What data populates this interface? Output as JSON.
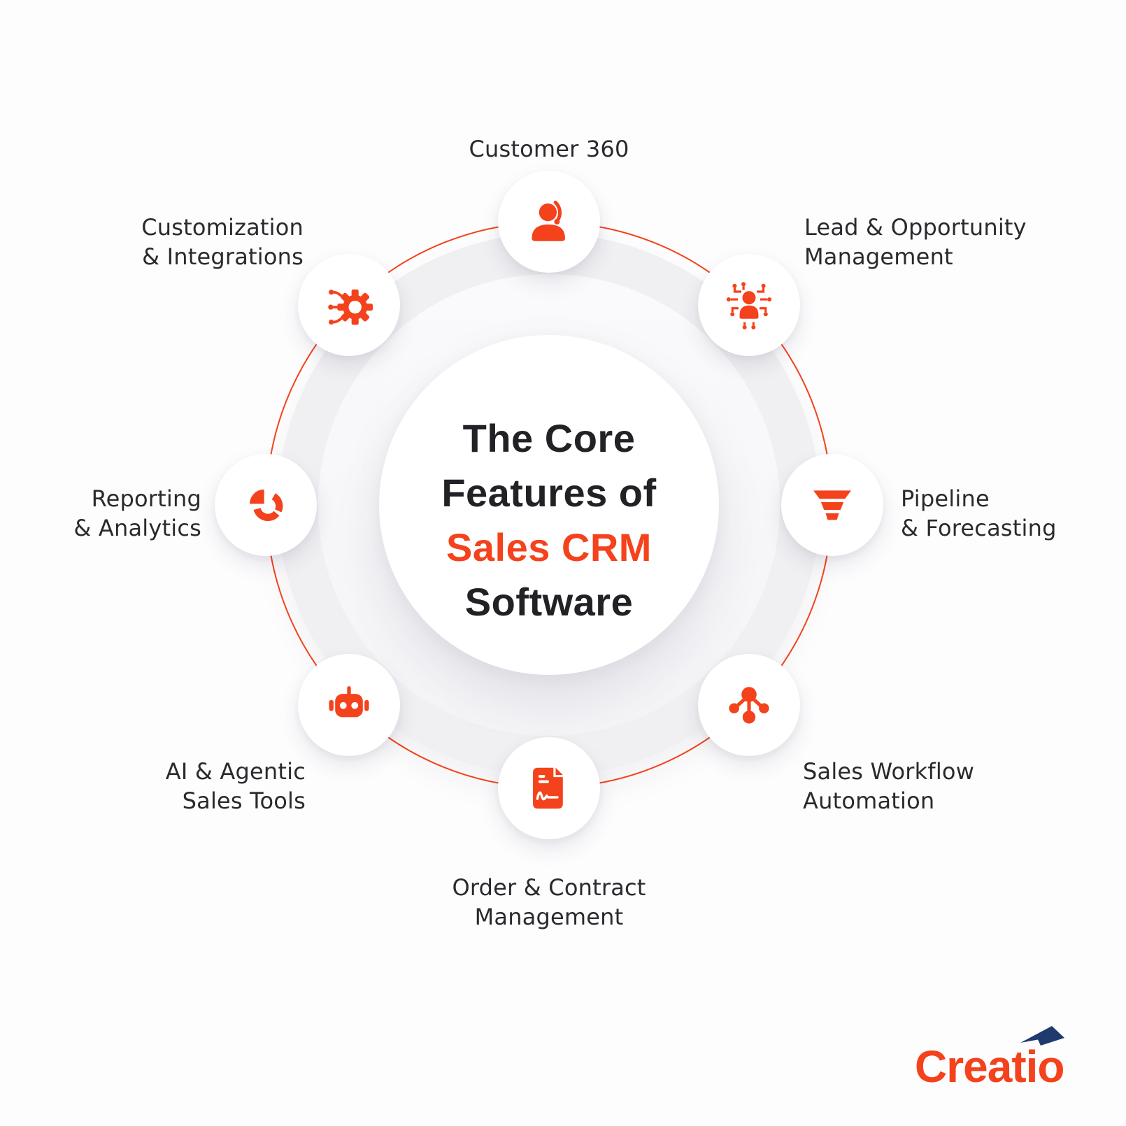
{
  "palette": {
    "accent": "#F4421C",
    "navy": "#1F3B6D",
    "label_text": "#2A2A2E",
    "title_text": "#222226",
    "ring_gray": "#F0F0F3",
    "background": "#FDFDFE"
  },
  "title": {
    "line1": "The Core",
    "line2": "Features of",
    "line3": "Sales CRM",
    "line4": "Software"
  },
  "features": {
    "customer360": {
      "label": "Customer 360",
      "icon": "headset-agent-icon"
    },
    "lead": {
      "line1": "Lead & Opportunity",
      "line2": "Management",
      "icon": "lead-circuit-person-icon"
    },
    "pipeline": {
      "line1": "Pipeline",
      "line2": "& Forecasting",
      "icon": "funnel-icon"
    },
    "workflow": {
      "line1": "Sales Workflow",
      "line2": "Automation",
      "icon": "network-hub-icon"
    },
    "order": {
      "line1": "Order & Contract",
      "line2": "Management",
      "icon": "contract-document-icon"
    },
    "ai": {
      "line1": "AI & Agentic",
      "line2": "Sales Tools",
      "icon": "robot-icon"
    },
    "reporting": {
      "line1": "Reporting",
      "line2": "& Analytics",
      "icon": "pie-chart-icon"
    },
    "customization": {
      "line1": "Customization",
      "line2": "& Integrations",
      "icon": "gear-integration-icon"
    }
  },
  "logo": {
    "text": "Creatio"
  }
}
